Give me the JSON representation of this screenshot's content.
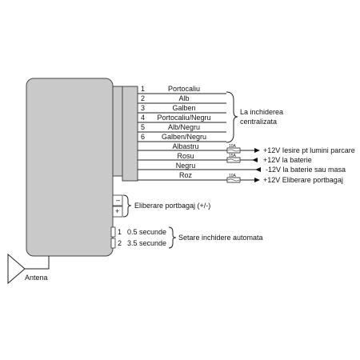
{
  "connector_wires": [
    {
      "num": "1",
      "label": "Portocaliu"
    },
    {
      "num": "2",
      "label": "Alb"
    },
    {
      "num": "3",
      "label": "Galben"
    },
    {
      "num": "4",
      "label": "Portocaliu/Negru"
    },
    {
      "num": "5",
      "label": "Alb/Negru"
    },
    {
      "num": "6",
      "label": "Galben/Negru"
    }
  ],
  "central_lock_note": [
    "La inchiderea",
    "centralizata"
  ],
  "power_wires": [
    {
      "label": "Albastru",
      "fuse": "10A",
      "desc": "+12V Iesire pt lumini parcare",
      "arrow": "right"
    },
    {
      "label": "Rosu",
      "fuse": "15A",
      "desc": "+12V la baterie",
      "arrow": "left"
    },
    {
      "label": "Negru",
      "fuse": "",
      "desc": "-12V la baterie sau masa",
      "arrow": "left"
    },
    {
      "label": "Roz",
      "fuse": "10A",
      "desc": "+12V Eliberare portbagaj",
      "arrow": "right"
    }
  ],
  "trunk": {
    "minus": "–",
    "plus": "+",
    "label": "Eliberare portbagaj (+/-)"
  },
  "timing": {
    "options": [
      {
        "num": "1",
        "label": "0.5 secunde"
      },
      {
        "num": "2",
        "label": "3.5 secunde"
      }
    ],
    "label": "Setare inchidere automata"
  },
  "antenna_label": "Antena"
}
